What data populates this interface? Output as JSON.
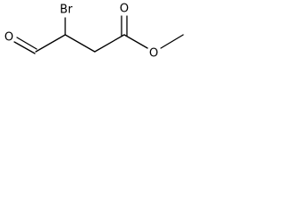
{
  "molecule": {
    "atoms": {
      "bromine": "Br",
      "aldehyde_oxygen": "O",
      "carbonyl_oxygen": "O",
      "ester_oxygen": "O"
    }
  }
}
